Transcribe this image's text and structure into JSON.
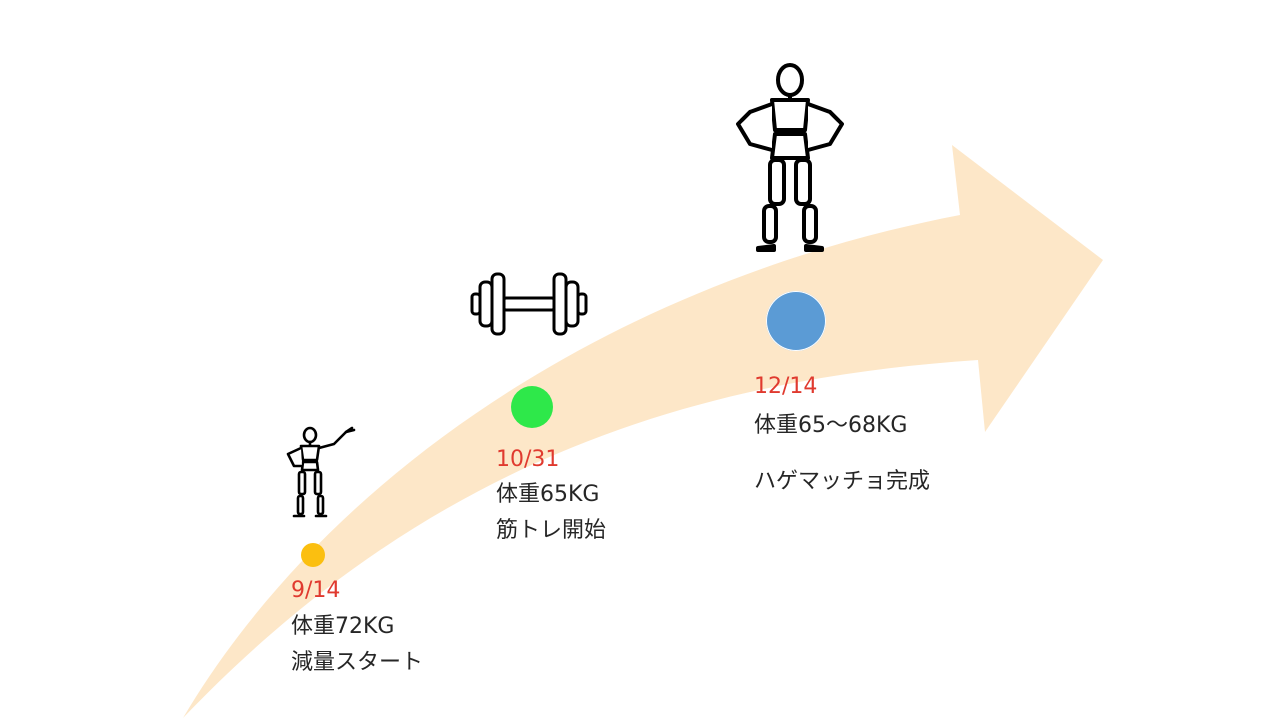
{
  "colors": {
    "arrow": "#fde7c8",
    "date": "#e03a2f",
    "text": "#262626",
    "icon_stroke": "#000000"
  },
  "milestones": [
    {
      "date": "9/14",
      "line1": "体重72KG",
      "line2": "減量スタート",
      "dot_color": "#fbbf10",
      "icon": "pointing-mannequin-icon"
    },
    {
      "date": "10/31",
      "line1": "体重65KG",
      "line2": "筋トレ開始",
      "dot_color": "#2ee84a",
      "icon": "dumbbell-icon"
    },
    {
      "date": "12/14",
      "line1": "体重65～68KG",
      "line2": "ハゲマッチョ完成",
      "dot_color": "#5b9bd5",
      "icon": "standing-mannequin-icon"
    }
  ]
}
